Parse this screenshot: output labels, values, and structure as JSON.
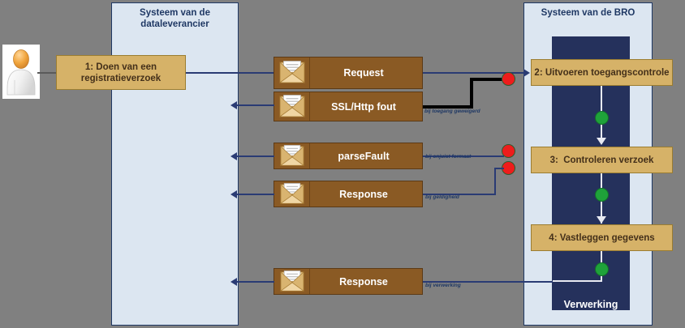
{
  "lanes": [
    {
      "title": "Systeem van de\ndataleverancier"
    },
    {
      "title": "Systeem van de BRO"
    }
  ],
  "lane_titles": {
    "supplier_line1": "Systeem van de",
    "supplier_line2": "dataleverancier",
    "bro": "Systeem van de BRO"
  },
  "verwerking": {
    "label": "Verwerking"
  },
  "actor": {
    "name": "dataleverancier-actor"
  },
  "steps": [
    {
      "id": "step1",
      "label": "1: Doen van een\nregistratieverzoek"
    },
    {
      "id": "step2",
      "label": "2: Uitvoeren toegangscontrole"
    },
    {
      "id": "step3",
      "label": "3:  Controleren verzoek"
    },
    {
      "id": "step4",
      "label": "4: Vastleggen gegevens"
    }
  ],
  "messages": [
    {
      "id": "msg-request",
      "label": "Request"
    },
    {
      "id": "msg-sslfout",
      "label": "SSL/Http fout"
    },
    {
      "id": "msg-parsefault",
      "label": "parseFault"
    },
    {
      "id": "msg-response-1",
      "label": "Response"
    },
    {
      "id": "msg-response-2",
      "label": "Response"
    }
  ],
  "annotations": [
    {
      "id": "anno-toegang",
      "text": "bij toegang geweigerd"
    },
    {
      "id": "anno-onjuist",
      "text": "bij onjuist formaat"
    },
    {
      "id": "anno-geldig",
      "text": "bij geldigheid"
    },
    {
      "id": "anno-verwerk",
      "text": "bij verwerking"
    }
  ],
  "colors": {
    "canvas": "#808080",
    "lane_fill": "#dce6f1",
    "lane_border": "#1f3864",
    "step_fill": "#d6b268",
    "step_border": "#9b7d31",
    "message_fill": "#8a5a24",
    "navy": "#25315c",
    "connector": "#2a3b74",
    "dot_red": "#ee1c1c",
    "dot_green": "#1fa23a"
  }
}
